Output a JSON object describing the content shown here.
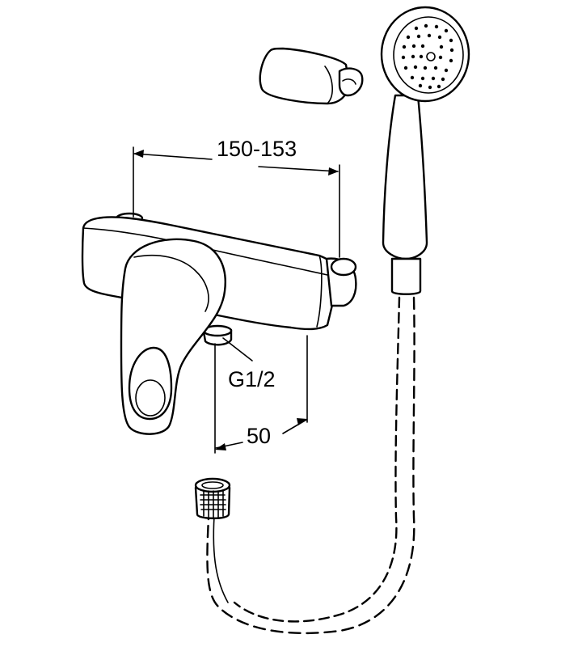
{
  "dimensions": {
    "width_label": "150-153",
    "thread_label": "G1/2",
    "offset_label": "50"
  },
  "colors": {
    "line": "#000000",
    "background": "#ffffff"
  }
}
